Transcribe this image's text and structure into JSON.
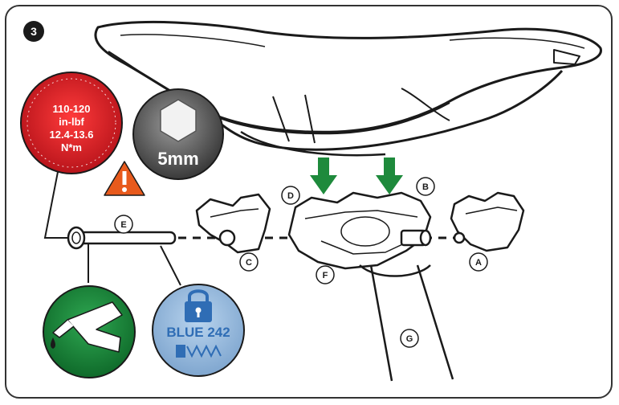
{
  "step": {
    "number": "3"
  },
  "torque": {
    "line1": "110-120",
    "line2": "in-lbf",
    "line3": "12.4-13.6",
    "line4": "N*m",
    "color": "#e3242b"
  },
  "tool": {
    "size": "5mm",
    "icon": "hex-key-icon"
  },
  "warning": {
    "icon": "warning-triangle-icon",
    "color": "#e85a1c"
  },
  "grease": {
    "icon": "grease-applicator-icon",
    "color": "#1e8a3c"
  },
  "threadlocker": {
    "label": "BLUE 242",
    "icon": "padlock-icon",
    "color": "#2f6db5"
  },
  "parts": {
    "a": "A",
    "b": "B",
    "c": "C",
    "d": "D",
    "e": "E",
    "f": "F",
    "g": "G"
  },
  "arrows": {
    "color": "#1e8a3c"
  }
}
